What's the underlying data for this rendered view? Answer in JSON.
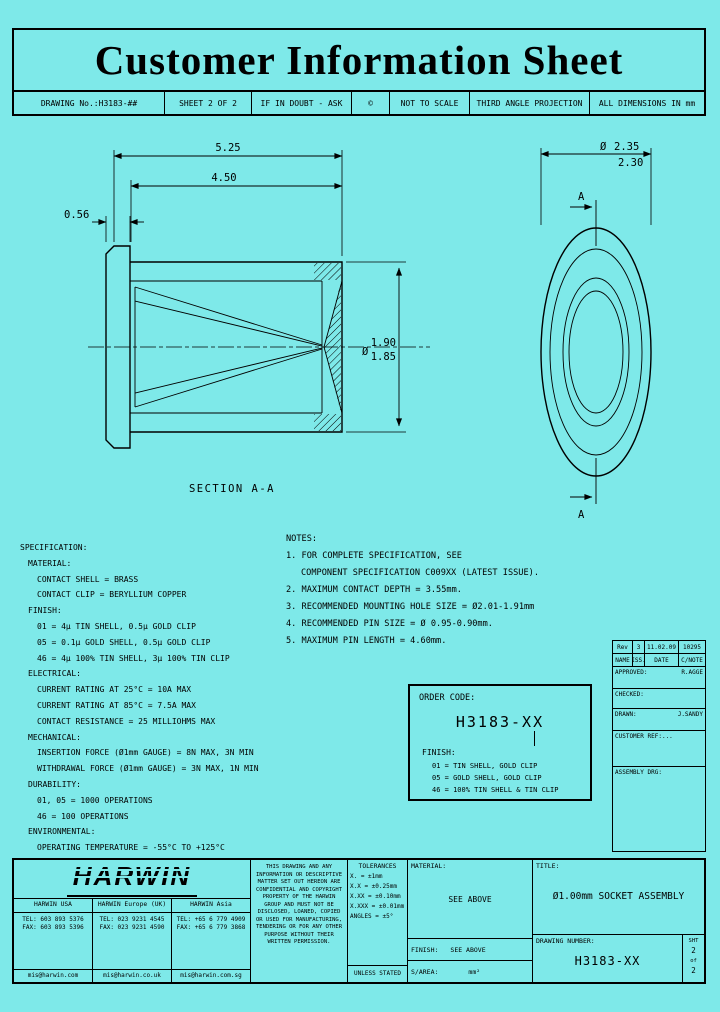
{
  "colors": {
    "background": "#7EE9E9",
    "ink": "#000000"
  },
  "title": "Customer Information Sheet",
  "header": {
    "drawing_no": "DRAWING No.:H3183-##",
    "sheet": "SHEET 2 OF 2",
    "doubt": "IF IN DOUBT - ASK",
    "copyright": "©",
    "scale": "NOT TO SCALE",
    "projection": "THIRD ANGLE PROJECTION",
    "dims": "ALL DIMENSIONS IN mm"
  },
  "drawing": {
    "dim_overall": "5.25",
    "dim_body": "4.50",
    "dim_flange": "0.56",
    "dia": "Ø",
    "bore_upper": "1.90",
    "bore_lower": "1.85",
    "section_label": "SECTION A-A",
    "outer_upper": "2.35",
    "outer_lower": "2.30",
    "arrow_label": "A"
  },
  "spec": {
    "title": "SPECIFICATION:",
    "material_h": "MATERIAL:",
    "material_1": "CONTACT SHELL = BRASS",
    "material_2": "CONTACT CLIP = BERYLLIUM COPPER",
    "finish_h": "FINISH:",
    "finish_1": "01 = 4μ TIN SHELL, 0.5μ GOLD CLIP",
    "finish_2": "05 = 0.1μ GOLD SHELL, 0.5μ GOLD CLIP",
    "finish_3": "46 = 4μ 100% TIN SHELL, 3μ 100% TIN CLIP",
    "electrical_h": "ELECTRICAL:",
    "electrical_1": "CURRENT RATING AT 25°C = 10A MAX",
    "electrical_2": "CURRENT RATING AT 85°C = 7.5A MAX",
    "electrical_3": "CONTACT RESISTANCE = 25 MILLIOHMS MAX",
    "mechanical_h": "MECHANICAL:",
    "mechanical_1": "INSERTION FORCE (Ø1mm GAUGE) = 8N MAX, 3N MIN",
    "mechanical_2": "WITHDRAWAL FORCE (Ø1mm GAUGE) = 3N MAX, 1N MIN",
    "durability_h": "DURABILITY:",
    "durability_1": "01, 05 = 1000 OPERATIONS",
    "durability_2": "46 = 100 OPERATIONS",
    "environmental_h": "ENVIRONMENTAL:",
    "environmental_1": "OPERATING TEMPERATURE = -55°C TO +125°C"
  },
  "notes": {
    "title": "NOTES:",
    "n1a": "1. FOR COMPLETE SPECIFICATION, SEE",
    "n1b": "COMPONENT SPECIFICATION C009XX (LATEST ISSUE).",
    "n2": "2. MAXIMUM CONTACT DEPTH = 3.55mm.",
    "n3": "3. RECOMMENDED MOUNTING HOLE SIZE = Ø2.01-1.91mm",
    "n4": "4. RECOMMENDED PIN SIZE = Ø 0.95-0.90mm.",
    "n5": "5. MAXIMUM PIN LENGTH = 4.60mm."
  },
  "order": {
    "title": "ORDER CODE:",
    "code": "H3183-XX",
    "finish_h": "FINISH:",
    "f1": "01 = TIN SHELL, GOLD CLIP",
    "f2": "05 = GOLD SHELL, GOLD CLIP",
    "f3": "46 = 100% TIN SHELL & TIN CLIP"
  },
  "revision": {
    "rev": "Rev",
    "iss_val": "3",
    "date_val": "11.02.09",
    "cnote_val": "10295",
    "name_h": "NAME",
    "iss_h": "ISS.",
    "date_h": "DATE",
    "cnote_h": "C/NOTE",
    "approved_h": "APPROVED:",
    "approved_v": "R.AGGE",
    "checked_h": "CHECKED:",
    "drawn_h": "DRAWN:",
    "drawn_v": "J.SANDY",
    "customer_ref": "CUSTOMER REF:...",
    "assembly": "ASSEMBLY DRG:"
  },
  "footer": {
    "logo": "HARWIN",
    "usa_h": "HARWIN USA",
    "usa_tel": "TEL: 603 893 5376",
    "usa_fax": "FAX: 603 893 5396",
    "usa_email": "mis@harwin.com",
    "eu_h": "HARWIN Europe (UK)",
    "eu_tel": "TEL: 023 9231 4545",
    "eu_fax": "FAX: 023 9231 4590",
    "eu_email": "mis@harwin.co.uk",
    "asia_h": "HARWIN Asia",
    "asia_tel": "TEL: +65 6 779 4909",
    "asia_fax": "FAX: +65 6 779 3868",
    "asia_email": "mis@harwin.com.sg",
    "confidential": "THIS DRAWING AND ANY INFORMATION OR DESCRIPTIVE MATTER SET OUT HEREON ARE CONFIDENTIAL AND COPYRIGHT PROPERTY OF THE HARWIN GROUP AND MUST NOT BE DISCLOSED, LOANED, COPIED OR USED FOR MANUFACTURING, TENDERING OR FOR ANY OTHER PURPOSE WITHOUT THEIR WRITTEN PERMISSION.",
    "tol_h": "TOLERANCES",
    "tol_1": "X. = ±1mm",
    "tol_2": "X.X = ±0.25mm",
    "tol_3": "X.XX = ±0.10mm",
    "tol_4": "X.XXX = ±0.01mm",
    "tol_5": "ANGLES = ±5°",
    "tol_6": "UNLESS STATED",
    "material_h": "MATERIAL:",
    "material_v": "SEE ABOVE",
    "finish_h": "FINISH:",
    "finish_v": "SEE ABOVE",
    "sarea_h": "S/AREA:",
    "sarea_v": "mm²",
    "title_h": "TITLE:",
    "title_v": "Ø1.00mm SOCKET ASSEMBLY",
    "dwg_h": "DRAWING NUMBER:",
    "dwg_v": "H3183-XX",
    "sht": "SHT",
    "sht_n1": "2",
    "sht_of": "of",
    "sht_n2": "2"
  }
}
